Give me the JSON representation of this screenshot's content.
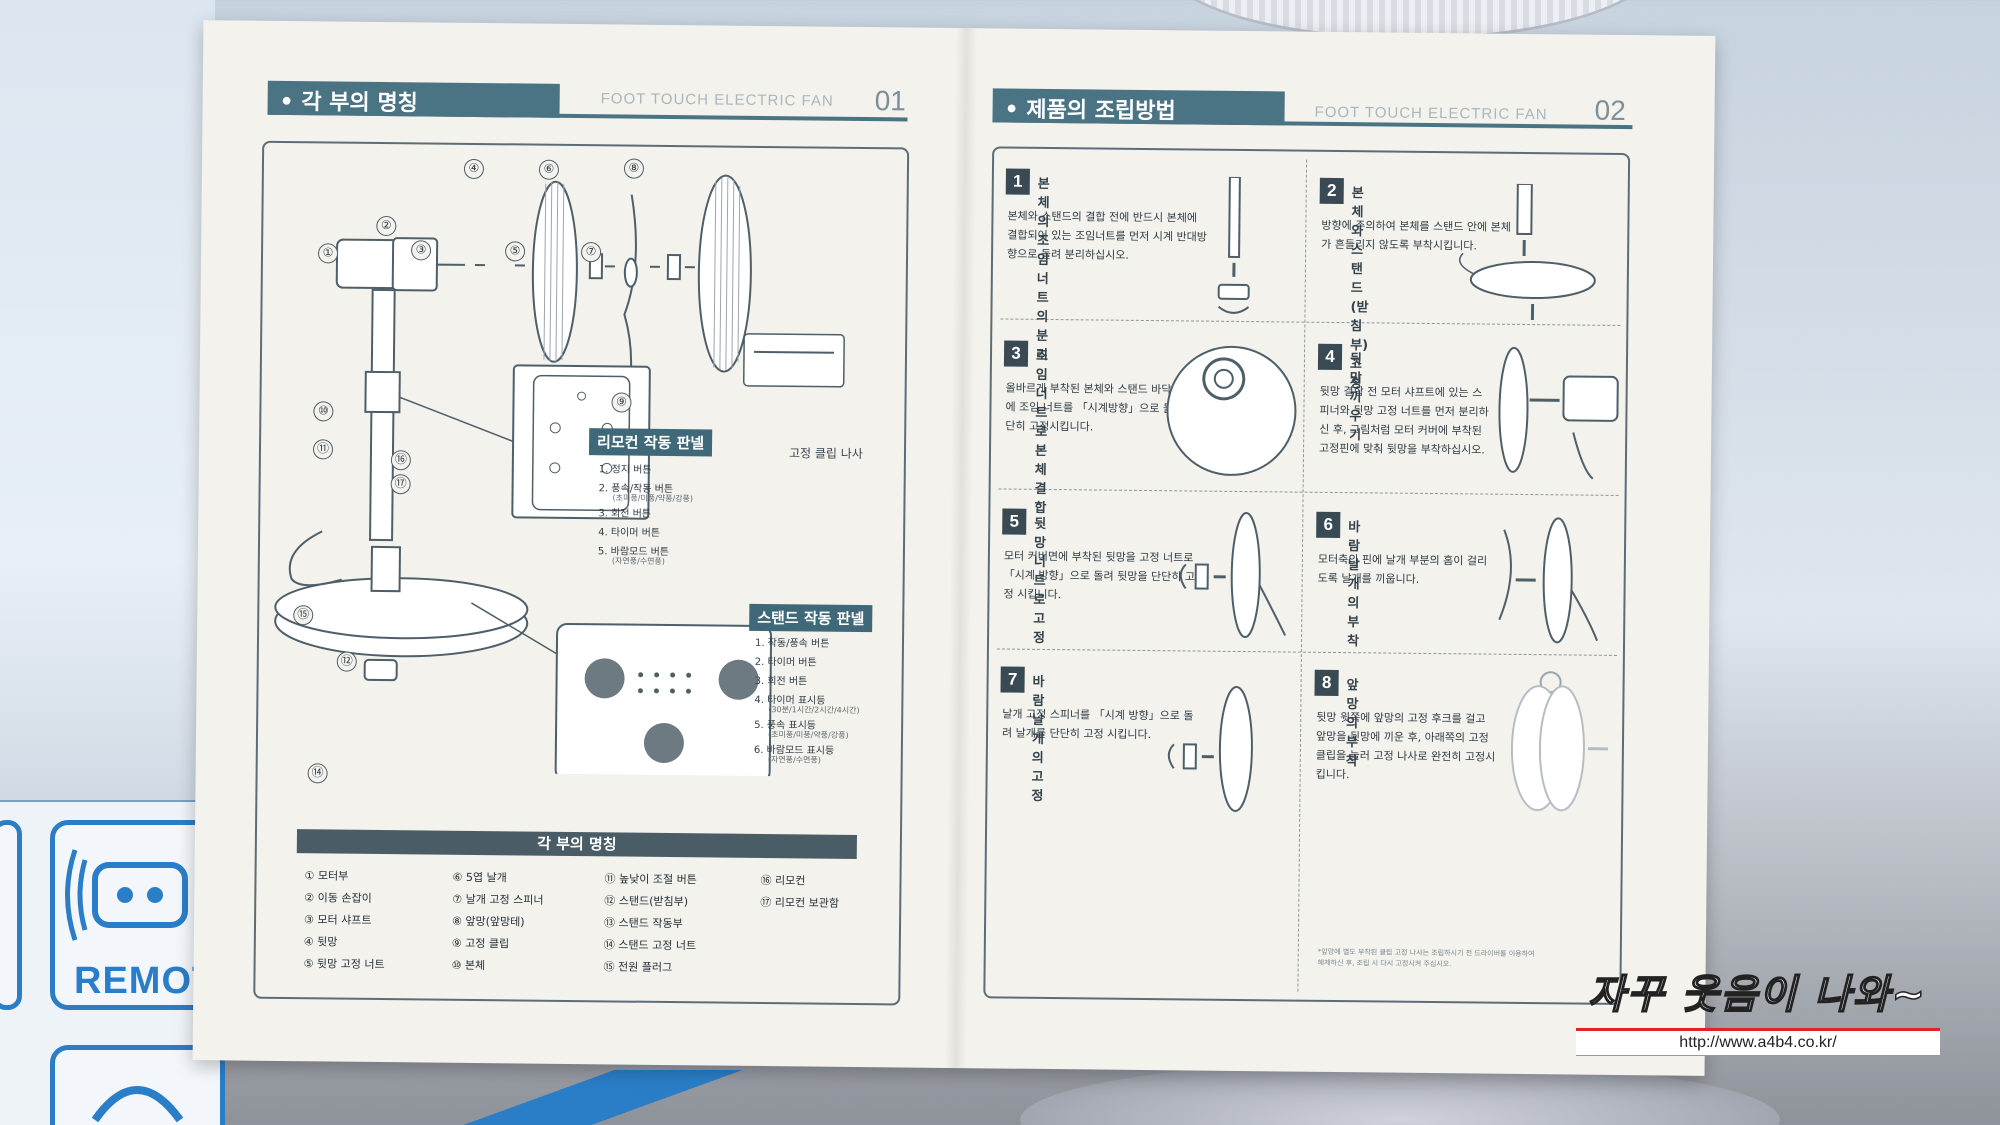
{
  "left_page": {
    "header": "• 각 부의 명칭",
    "brand": "FOOT TOUCH ELECTRIC FAN",
    "page_num": "01",
    "callouts": [
      "①",
      "②",
      "③",
      "④",
      "⑤",
      "⑥",
      "⑦",
      "⑧",
      "⑨",
      "⑩",
      "⑪",
      "⑫",
      "⑭",
      "⑮",
      "⑯",
      "⑰"
    ],
    "clip_label": "고정 클립 나사",
    "remote_panel": {
      "title": "리모컨 작동 판넬",
      "items": [
        "1. 정지 버튼",
        "2. 풍속/작동 버튼",
        "3. 회전 버튼",
        "4. 타이머 버튼",
        "5. 바람모드 버튼"
      ],
      "subs": [
        "(초미풍/미풍/약풍/강풍)",
        "(자연풍/수면풍)"
      ]
    },
    "stand_panel": {
      "title": "스탠드 작동 판넬",
      "items": [
        "1. 작동/풍속 버튼",
        "2. 타이머 버튼",
        "3. 회전 버튼",
        "4. 타이머 표시등",
        "5. 풍속 표시등",
        "6. 바람모드 표시등"
      ],
      "subs": [
        "(30분/1시간/2시간/4시간)",
        "(초미풍/미풍/약풍/강풍)",
        "(자연풍/수면풍)"
      ]
    },
    "parts_title": "각 부의 명칭",
    "parts": [
      [
        "① 모터부",
        "② 이동 손잡이",
        "③ 모터 샤프트",
        "④ 뒷망",
        "⑤ 뒷망 고정 너트"
      ],
      [
        "⑥ 5엽 날개",
        "⑦ 날개 고정 스피너",
        "⑧ 앞망(앞망테)",
        "⑨ 고정 클립",
        "⑩ 본체"
      ],
      [
        "⑪ 높낮이 조절 버튼",
        "⑫ 스탠드(받침부)",
        "⑬ 스탠드 작동부",
        "⑭ 스탠드 고정 너트",
        "⑮ 전원 플러그"
      ],
      [
        "⑯ 리모컨",
        "⑰ 리모컨 보관함"
      ]
    ]
  },
  "right_page": {
    "header": "• 제품의 조립방법",
    "brand": "FOOT TOUCH ELECTRIC FAN",
    "page_num": "02",
    "steps": [
      {
        "num": "1",
        "title": "본체의 조임너트의 분리",
        "body": "본체와 스탠드의 결합 전에 반드시 본체에 결합되어 있는 조임너트를 먼저 시계 반대방향으로 돌려 분리하십시오."
      },
      {
        "num": "2",
        "title": "본체와 스탠드(받침부) 고정",
        "body": "방향에 주의하여 본체를 스탠드 안에 본체가 흔들리지 않도록 부착시킵니다."
      },
      {
        "num": "3",
        "title": "조임 너트로 본체 결합",
        "body": "올바르게 부착된 본체와 스탠드 바닥 커넥테에 조임 너트를 「시계방향」으로 돌려 단단히 고정시킵니다."
      },
      {
        "num": "4",
        "title": "뒷망 끼우기",
        "body": "뒷망 결합 전 모터 샤프트에 있는 스피너와 뒷망 고정 너트를 먼저 분리하신 후, 그림처럼 모터 커버에 부착된 고정핀에 맞춰 뒷망을 부착하십시오."
      },
      {
        "num": "5",
        "title": "뒷망 너트로 고정",
        "body": "모터 커버면에 부착된 뒷망을 고정 너트로 「시계 방향」으로 돌려 뒷망을 단단히 고정 시킵니다."
      },
      {
        "num": "6",
        "title": "바람 날개의 부착",
        "body": "모터축의 핀에 날개 부분의 홈이 걸리도록 날개를 끼웁니다."
      },
      {
        "num": "7",
        "title": "바람 날개의 고정",
        "body": "날개 고정 스피너를 「시계 방향」으로 돌려 날개를 단단히 고정 시킵니다."
      },
      {
        "num": "8",
        "title": "앞망의 부착",
        "body": "뒷망 윗쪽에 앞망의 고정 후크를 걸고 앞망을 뒷망에 끼운 후, 아래쪽의 고정 클립을 눌러 고정 나사로 완전히 고정시킵니다."
      }
    ],
    "fine_note": "*앞망에 별도 부착된 클립 고정 나사는 조립하시기 전 드라이버를 이용하여 해체하신 후, 조립 시 다시 고정시켜 주십시오."
  },
  "overlay": {
    "caption": "자꾸 웃음이 나와~",
    "url": "http://www.a4b4.co.kr/"
  },
  "background": {
    "remote_word": "REMOT"
  },
  "colors": {
    "header_teal": "#4a7384",
    "paper": "#f3f2ec",
    "brand_blue": "#2a7ec8",
    "url_red": "#e2222a"
  }
}
